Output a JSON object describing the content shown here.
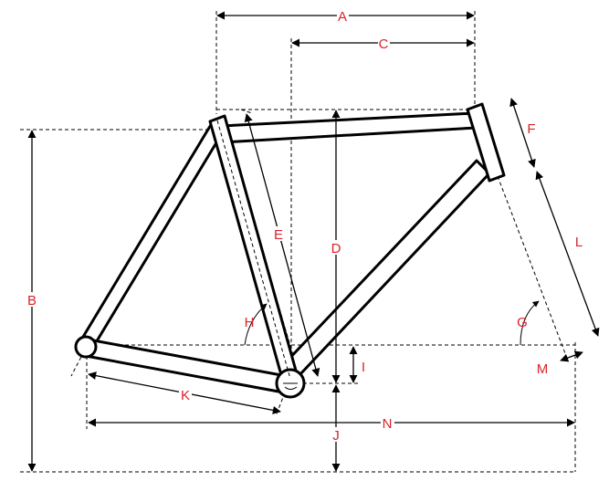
{
  "labels": {
    "A": "A",
    "B": "B",
    "C": "C",
    "D": "D",
    "E": "E",
    "F": "F",
    "G": "G",
    "H": "H",
    "I": "I",
    "J": "J",
    "K": "K",
    "L": "L",
    "M": "M",
    "N": "N"
  },
  "colors": {
    "line": "#000000",
    "label": "#d8232a",
    "background": "#ffffff"
  }
}
